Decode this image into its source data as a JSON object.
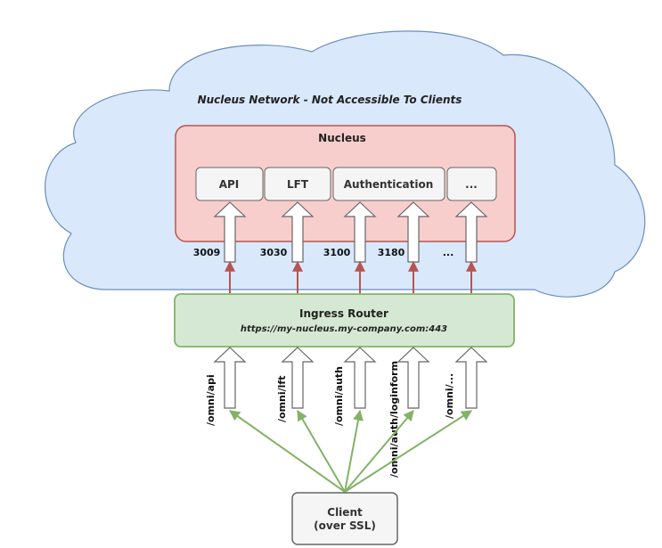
{
  "network": {
    "title": "Nucleus Network - Not Accessible To Clients"
  },
  "nucleus": {
    "title": "Nucleus",
    "services": [
      {
        "label": "API",
        "port": "3009"
      },
      {
        "label": "LFT",
        "port": "3030"
      },
      {
        "label": "Authentication",
        "port": "3100"
      },
      {
        "label": "",
        "port": "3180"
      },
      {
        "label": "...",
        "port": "..."
      }
    ]
  },
  "router": {
    "title": "Ingress Router",
    "url": "https://my-nucleus.my-company.com:443"
  },
  "routes": [
    "/omni/api",
    "/omni/lft",
    "/omni/auth",
    "/omni/auth/loginform",
    "/omni/..."
  ],
  "client": {
    "line1": "Client",
    "line2": "(over SSL)"
  },
  "colors": {
    "cloud_fill": "#dae8fc",
    "cloud_stroke": "#6c8ebf",
    "nucleus_fill": "#f8cecc",
    "nucleus_stroke": "#b85450",
    "router_fill": "#d5e8d4",
    "router_stroke": "#82b366",
    "box_fill": "#f5f5f5",
    "box_stroke": "#666666",
    "red_arrow": "#b85450",
    "green_arrow": "#82b366"
  }
}
